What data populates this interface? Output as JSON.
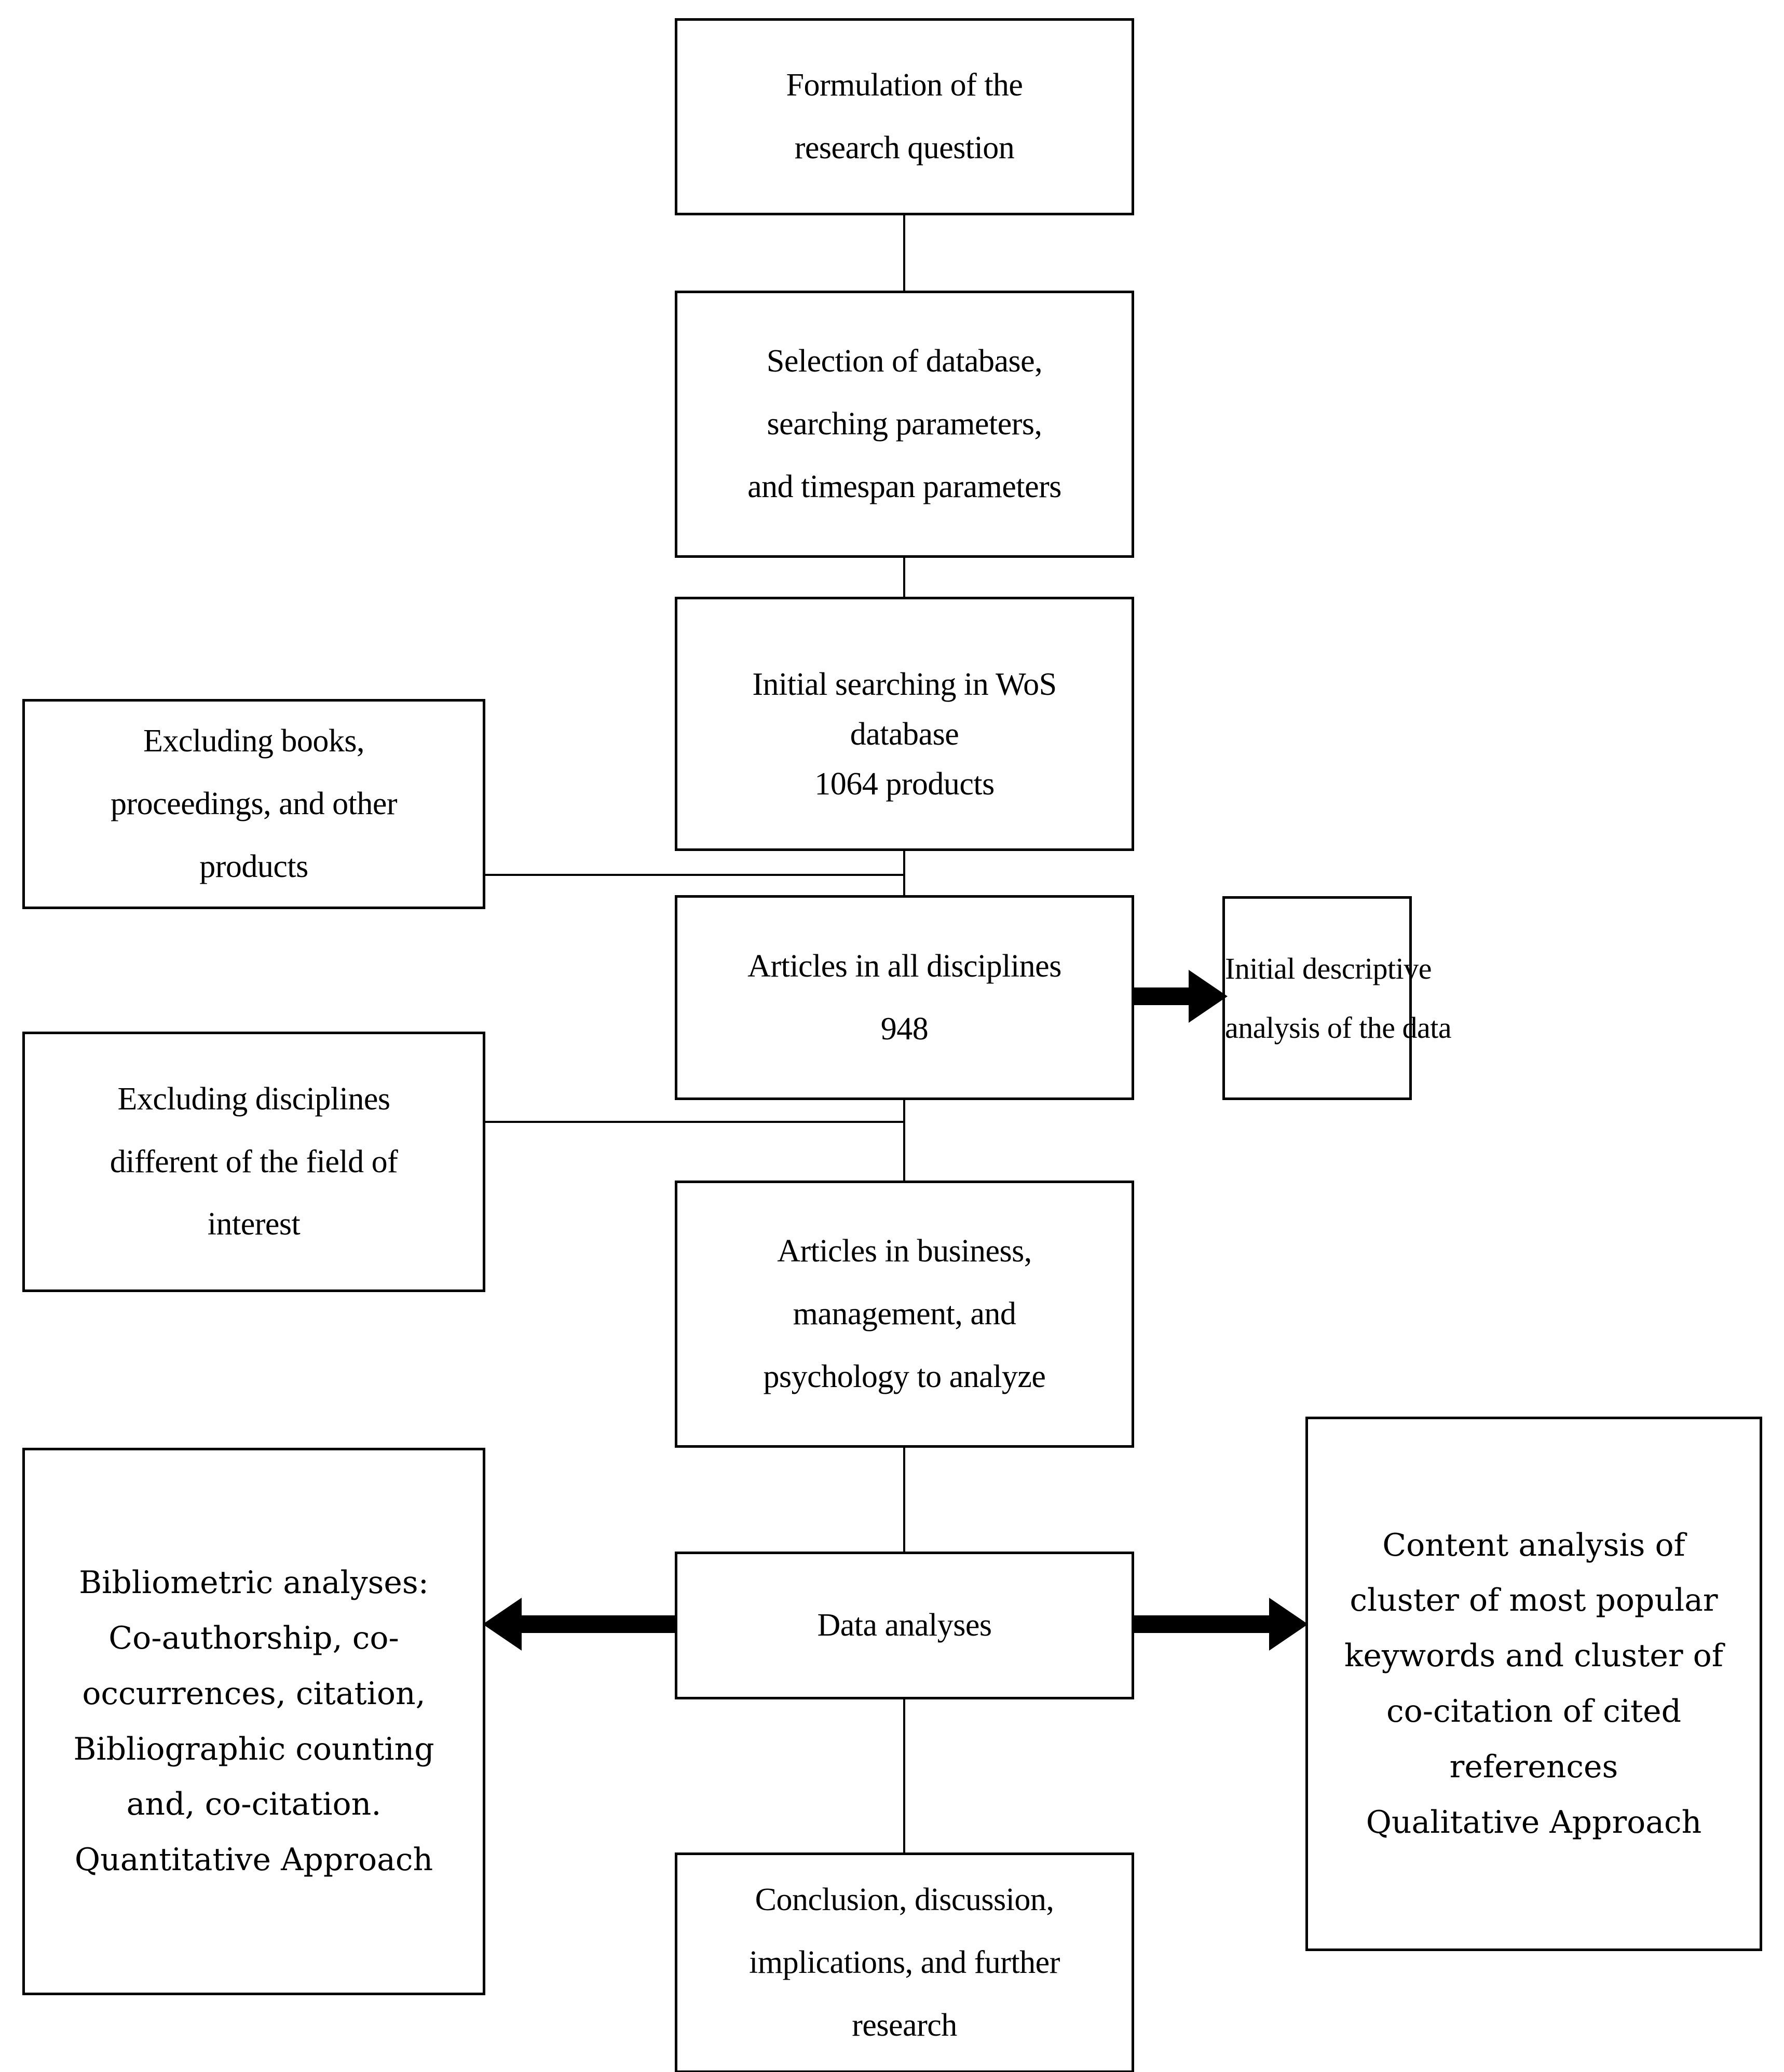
{
  "diagram": {
    "title": "Research methodology flowchart",
    "type": "flowchart",
    "stroke_color": "#000000",
    "background_color": "#ffffff",
    "nodes": {
      "formulation": {
        "lines": [
          "Formulation of the",
          "research question"
        ]
      },
      "selection": {
        "lines": [
          "Selection of database,",
          "searching parameters,",
          "and timespan parameters"
        ]
      },
      "initial_search": {
        "lines": [
          "Initial searching in WoS",
          "database",
          "1064 products"
        ]
      },
      "excluding_books": {
        "lines": [
          "Excluding books,",
          "proceedings, and other",
          "products"
        ]
      },
      "articles_all": {
        "lines": [
          "Articles in all disciplines",
          "948"
        ]
      },
      "initial_descriptive": {
        "lines": [
          "Initial descriptive",
          "analysis of the data"
        ]
      },
      "excluding_disciplines": {
        "lines": [
          "Excluding disciplines",
          "different of the field of",
          "interest"
        ]
      },
      "articles_business": {
        "lines": [
          "Articles in business,",
          "management, and",
          "psychology to analyze"
        ]
      },
      "bibliometric": {
        "lines": [
          "Bibliometric analyses:",
          "Co-authorship, co-",
          "occurrences, citation,",
          "Bibliographic counting",
          "and, co-citation.",
          "Quantitative Approach"
        ]
      },
      "data_analyses": {
        "lines": [
          "Data analyses"
        ]
      },
      "content_analysis": {
        "lines": [
          "Content analysis of",
          "cluster of most popular",
          "keywords and cluster of",
          "co-citation of cited",
          "references",
          "Qualitative Approach"
        ]
      },
      "conclusion": {
        "lines": [
          "Conclusion, discussion,",
          "implications, and further",
          "research"
        ]
      }
    }
  }
}
